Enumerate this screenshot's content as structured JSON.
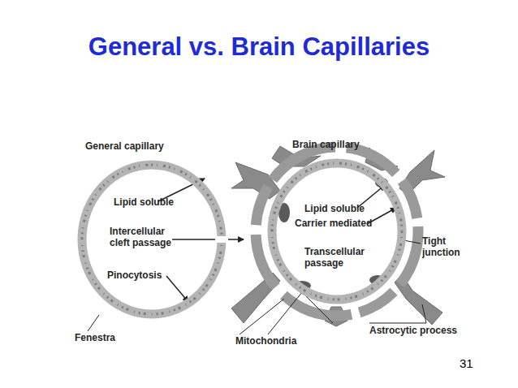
{
  "diagram": {
    "title": "General vs. Brain Capillaries",
    "nodes": [
      {
        "text": [
          "General capillary",
          "Lipid soluble",
          "Intercellular cleft passage",
          "Pinocytosis"
        ]
      },
      {
        "text": [
          "Brain capillary",
          "Lipid soluble",
          "Carrier mediated",
          "Transcellular passage"
        ]
      }
    ],
    "labels": [
      "Fenestra",
      "Tight junction",
      "Mitochondria",
      "Astrocytic process",
      "31"
    ]
  }
}
